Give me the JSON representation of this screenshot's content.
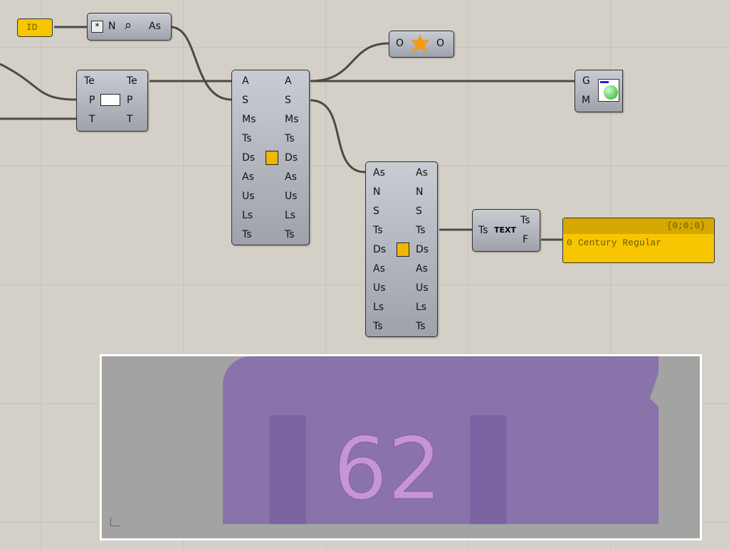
{
  "id_panel": {
    "text": "ID"
  },
  "attr_node": {
    "in": "N",
    "out": "As",
    "star": "*"
  },
  "text_node": {
    "rows": [
      "Te",
      "P",
      "T"
    ]
  },
  "deconstruct_a": {
    "inputs": [
      "A",
      "S",
      "Ms",
      "Ts",
      "Ds",
      "As",
      "Us",
      "Ls",
      "Ts"
    ],
    "outputs": [
      "A",
      "S",
      "Ms",
      "Ts",
      "Ds",
      "As",
      "Us",
      "Ls",
      "Ts"
    ]
  },
  "deconstruct_b": {
    "inputs": [
      "As",
      "N",
      "S",
      "Ts",
      "Ds",
      "As",
      "Us",
      "Ls",
      "Ts"
    ],
    "outputs": [
      "As",
      "N",
      "S",
      "Ts",
      "Ds",
      "As",
      "Us",
      "Ls",
      "Ts"
    ]
  },
  "o_node": {
    "in": "O",
    "out": "O"
  },
  "preview_node": {
    "in1": "G",
    "in2": "M"
  },
  "text_comp": {
    "in": "Ts",
    "icon_label": "TEXT",
    "out1": "Ts",
    "out2": "F"
  },
  "output_panel": {
    "path": "{0;0;0}",
    "index": "0",
    "value": "Century Regular"
  },
  "viewport": {
    "text": "62"
  },
  "colors": {
    "panel": "#f7c600",
    "wire": "#4a4a46",
    "solid": "#8a72ab"
  }
}
